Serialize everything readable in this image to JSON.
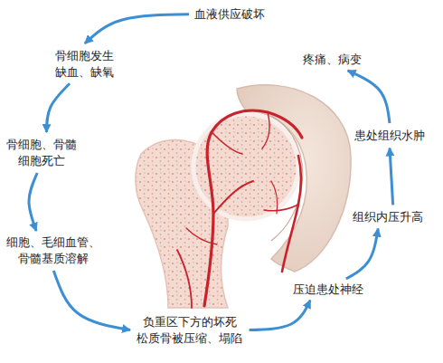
{
  "diagram": {
    "nodes": [
      {
        "text": [
          "血液供应破坏"
        ]
      },
      {
        "text": [
          "骨细胞发生 缺血、缺氧"
        ]
      },
      {
        "text": [
          "骨细胞、骨髓 细胞死亡"
        ]
      },
      {
        "text": [
          "细胞、毛细血管、 骨髓基质溶解"
        ]
      },
      {
        "text": [
          "负重区下方的坏死 松质骨被压缩、塌陷"
        ]
      },
      {
        "text": [
          "压迫患处神经"
        ]
      },
      {
        "text": [
          "组织内压升高"
        ]
      },
      {
        "text": [
          "患处组织水肿"
        ]
      },
      {
        "text": [
          "疼痛、病变"
        ]
      }
    ],
    "edges": [
      {
        "from": 0,
        "to": 1,
        "arrow": "to"
      },
      {
        "from": 1,
        "to": 2,
        "arrow": "to"
      },
      {
        "from": 2,
        "to": 3,
        "arrow": "to"
      },
      {
        "from": 3,
        "to": 4,
        "arrow": "to"
      },
      {
        "from": 4,
        "to": 5,
        "arrow": "to"
      },
      {
        "from": 5,
        "to": 6,
        "arrow": "to"
      },
      {
        "from": 6,
        "to": 7,
        "arrow": "to"
      },
      {
        "from": 7,
        "to": 8,
        "arrow": "to"
      }
    ]
  }
}
